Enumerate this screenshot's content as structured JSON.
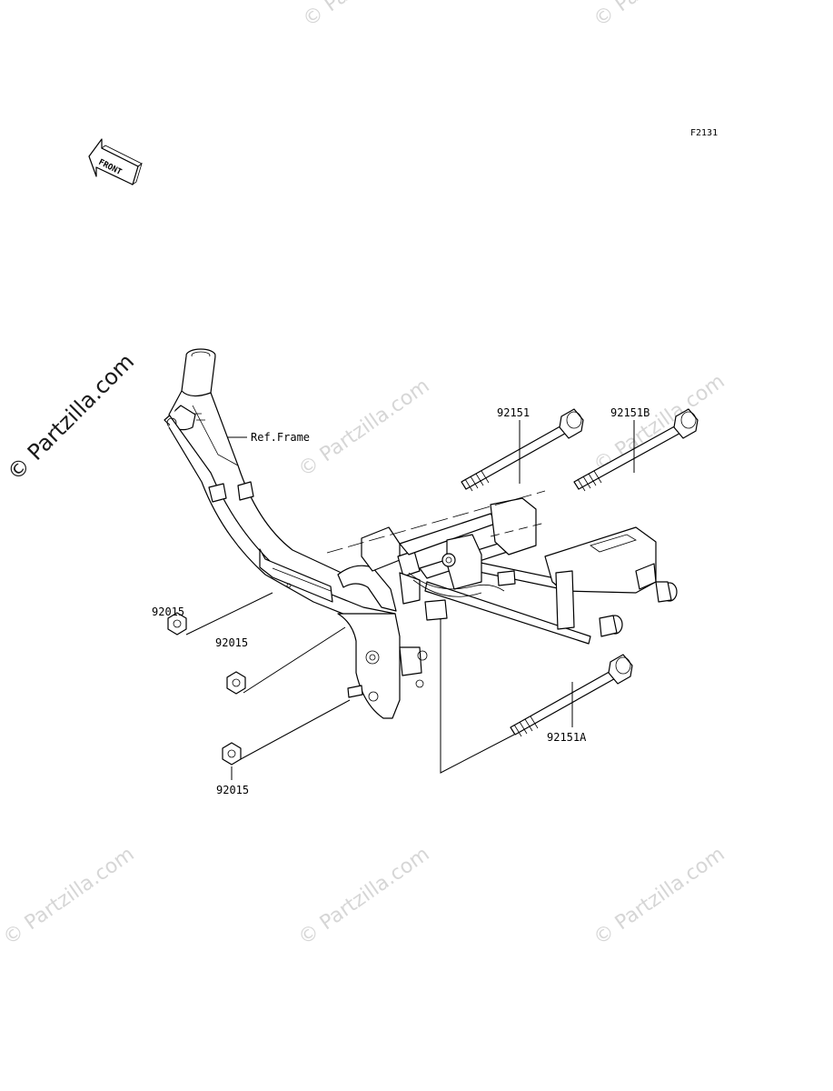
{
  "figure_code": "F2131",
  "front_arrow_text": "FRONT",
  "ref_frame_label": "Ref.Frame",
  "callouts": {
    "bolt_a": "92151",
    "bolt_b": "92151B",
    "bolt_c": "92151A",
    "nut_1": "92015",
    "nut_2": "92015",
    "nut_3": "92015"
  },
  "watermark": {
    "text": "© Partzilla.com"
  }
}
